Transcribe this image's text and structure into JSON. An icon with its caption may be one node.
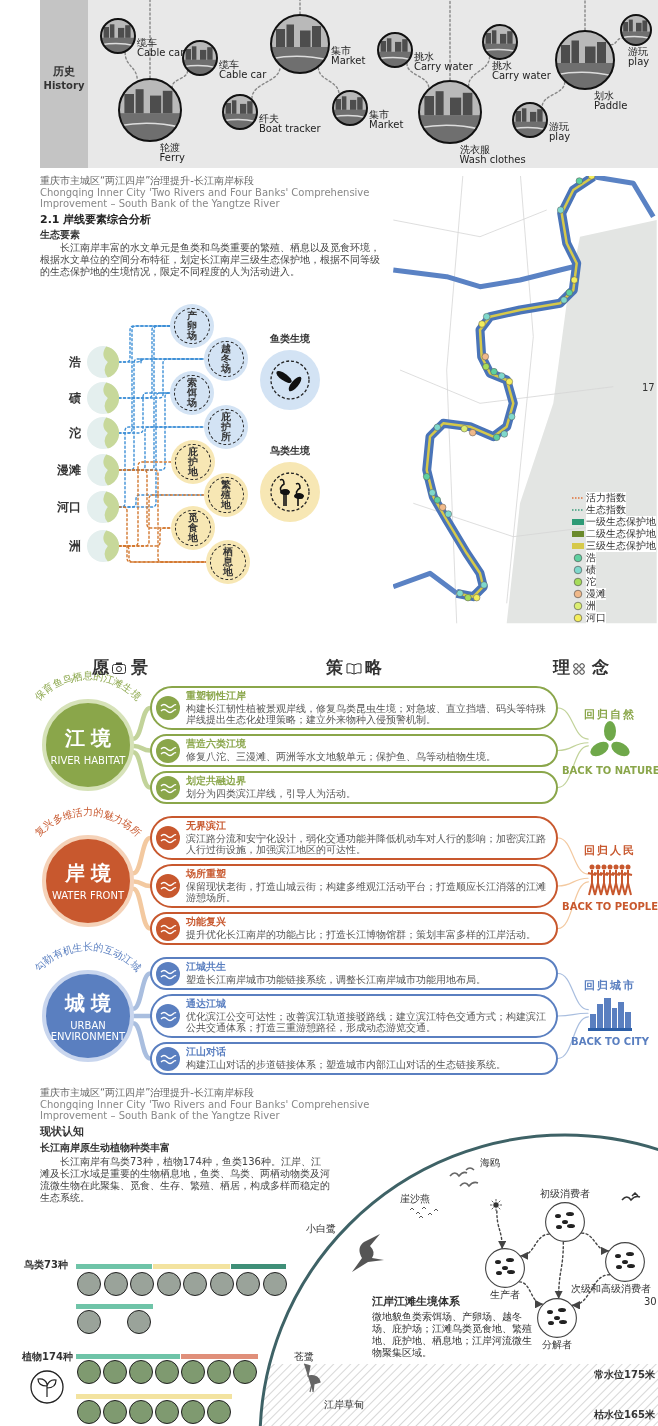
{
  "diagram": {
    "nodes": [
      {
        "text": [],
        "shape": "picture",
        "beside": [
          "缆车",
          "Cable car"
        ]
      },
      {
        "text": [],
        "shape": "picture",
        "beside": [
          "缆车",
          "Cable car"
        ]
      },
      {
        "text": [],
        "shape": "picture",
        "beside": [
          "轮渡",
          "Ferry"
        ]
      },
      {
        "text": [],
        "shape": "picture",
        "beside": [
          "纤夫",
          "Boat tracker"
        ]
      },
      {
        "text": [],
        "shape": "picture",
        "beside": [
          "集市",
          "Market"
        ]
      },
      {
        "text": [],
        "shape": "picture",
        "beside": [
          "集市",
          "Market"
        ]
      },
      {
        "text": [],
        "shape": "picture",
        "beside": [
          "挑水",
          "Carry water"
        ]
      },
      {
        "text": [],
        "shape": "picture",
        "beside": [
          "洗衣服",
          "Wash clothes"
        ]
      },
      {
        "text": [],
        "shape": "picture",
        "beside": [
          "挑水",
          "Carry water"
        ]
      },
      {
        "text": [],
        "shape": "picture",
        "beside": [
          "划水",
          "Paddle"
        ]
      },
      {
        "text": [],
        "shape": "picture",
        "beside": [
          "游玩",
          "play"
        ]
      },
      {
        "text": [],
        "shape": "picture",
        "beside": [
          "游玩",
          "play"
        ]
      },
      {
        "text": [
          "浩"
        ]
      },
      {
        "text": [
          "碛"
        ]
      },
      {
        "text": [
          "沱"
        ]
      },
      {
        "text": [
          "漫滩"
        ]
      },
      {
        "text": [
          "河口"
        ]
      },
      {
        "text": [
          "洲"
        ]
      },
      {
        "text": [
          "产卵场"
        ]
      },
      {
        "text": [
          "越冬场"
        ]
      },
      {
        "text": [
          "索饵场"
        ]
      },
      {
        "text": [
          "庇护所"
        ]
      },
      {
        "text": [
          "鱼类生境"
        ]
      },
      {
        "text": [
          "庇护地"
        ]
      },
      {
        "text": [
          "繁殖地"
        ]
      },
      {
        "text": [
          "觅食地"
        ]
      },
      {
        "text": [
          "栖息地"
        ]
      },
      {
        "text": [
          "鸟类生境"
        ]
      },
      {
        "text": [
          "江境",
          "RIVER HABITAT"
        ],
        "beside": [
          "保育鱼鸟栖息的江滩生境"
        ]
      },
      {
        "text": [
          "重塑韧性江岸",
          "构建长江韧性植被景观岸线，修复鸟类昆虫生境；对急坡、直立挡墙、码头等特殊岸线提出生态化处理策略；建立外来物种入侵预警机制。"
        ]
      },
      {
        "text": [
          "营造六类江境",
          "修复八沱、三漫滩、两洲等水文地貌单元；保护鱼、鸟等动植物生境。"
        ]
      },
      {
        "text": [
          "划定共融边界",
          "划分为四类滨江岸线，引导人为活动。"
        ]
      },
      {
        "text": [
          "回归自然",
          "BACK TO NATURE"
        ]
      },
      {
        "text": [
          "岸境",
          "WATER FRONT"
        ],
        "beside": [
          "复兴多维活力的魅力场所"
        ]
      },
      {
        "text": [
          "无界滨江",
          "滨江路分流和安宁化设计，弱化交通功能并降低机动车对人行的影响；加密滨江路人行过街设施，加强滨江地区的可达性。"
        ]
      },
      {
        "text": [
          "场所重塑",
          "保留现状老街，打造山城云街；构建多维观江活动平台；打造顺应长江消落的江滩游憩场所。"
        ]
      },
      {
        "text": [
          "功能复兴",
          "提升优化长江南岸的功能占比；打造长江博物馆群；策划丰富多样的江岸活动。"
        ]
      },
      {
        "text": [
          "回归人民",
          "BACK TO PEOPLE"
        ]
      },
      {
        "text": [
          "城境",
          "URBAN ENVIRONMENT"
        ],
        "beside": [
          "勾勒有机生长的互动江城"
        ]
      },
      {
        "text": [
          "江城共生",
          "塑造长江南岸城市功能链接系统，调整长江南岸城市功能用地布局。"
        ]
      },
      {
        "text": [
          "通达江城",
          "优化滨江公交可达性；改善滨江轨道接驳路线；建立滨江特色交通方式；构建滨江公共交通体系；打造三重游憩路径，形成动态游览交通。"
        ]
      },
      {
        "text": [
          "江山对话",
          "构建江山对话的步道链接体系；塑造城市内部江山对话的生态链接系统。"
        ]
      },
      {
        "text": [
          "回归城市",
          "BACK TO CITY"
        ]
      },
      {
        "text": [
          "初级消费者"
        ]
      },
      {
        "text": [],
        "shape": "circle"
      },
      {
        "text": [
          "生产者"
        ]
      },
      {
        "text": [
          "次级和高级消费者"
        ]
      },
      {
        "text": [
          "分解者"
        ]
      }
    ],
    "edges": [
      {
        "from": 0,
        "to": 2,
        "arrow": "none",
        "style": "dashed",
        "color": "#888888"
      },
      {
        "from": 1,
        "to": 2,
        "arrow": "none",
        "style": "dashed",
        "color": "#888888"
      },
      {
        "from": 3,
        "to": 4,
        "arrow": "none",
        "style": "dashed",
        "color": "#888888"
      },
      {
        "from": 4,
        "to": 5,
        "arrow": "none",
        "style": "dashed",
        "color": "#888888"
      },
      {
        "from": 6,
        "to": 7,
        "arrow": "none",
        "style": "dashed",
        "color": "#888888"
      },
      {
        "from": 8,
        "to": 7,
        "arrow": "none",
        "style": "dashed",
        "color": "#888888"
      },
      {
        "from": 9,
        "to": 10,
        "arrow": "none",
        "style": "dashed",
        "color": "#888888"
      },
      {
        "from": 9,
        "to": 11,
        "arrow": "none",
        "style": "dashed",
        "color": "#888888"
      },
      {
        "from": 2,
        "to": null,
        "arrow": "none",
        "style": "dashed",
        "color": "#888888"
      },
      {
        "from": 4,
        "to": null,
        "arrow": "none",
        "style": "dashed",
        "color": "#888888"
      },
      {
        "from": 7,
        "to": null,
        "arrow": "none",
        "style": "dashed",
        "color": "#888888"
      },
      {
        "from": 9,
        "to": null,
        "arrow": "none",
        "style": "dashed",
        "color": "#888888"
      },
      {
        "from": 12,
        "to": 18,
        "arrow": "none",
        "style": "dashed"
      },
      {
        "from": 12,
        "to": 19,
        "arrow": "none",
        "style": "dashed"
      },
      {
        "from": 13,
        "to": 18,
        "arrow": "none",
        "style": "dashed"
      },
      {
        "from": 13,
        "to": 19,
        "arrow": "none",
        "style": "dashed"
      },
      {
        "from": 14,
        "to": 18,
        "arrow": "none",
        "style": "dashed"
      },
      {
        "from": 14,
        "to": 20,
        "arrow": "none",
        "style": "dashed"
      },
      {
        "from": 15,
        "to": 18,
        "arrow": "none",
        "style": "dashed"
      },
      {
        "from": 15,
        "to": 20,
        "arrow": "none",
        "style": "dashed"
      },
      {
        "from": 15,
        "to": 19,
        "arrow": "none",
        "style": "dashed"
      },
      {
        "from": 15,
        "to": 21,
        "arrow": "none",
        "style": "dashed"
      },
      {
        "from": 16,
        "to": 20,
        "arrow": "none",
        "style": "dashed"
      },
      {
        "from": 16,
        "to": 21,
        "arrow": "none",
        "style": "dashed"
      },
      {
        "from": 16,
        "to": 24,
        "arrow": "none",
        "style": "dashed"
      },
      {
        "from": 15,
        "to": 25,
        "arrow": "none",
        "style": "dashed",
        "color": "#d2772e"
      },
      {
        "from": 15,
        "to": 26,
        "arrow": "none",
        "style": "dashed",
        "color": "#d2772e"
      },
      {
        "from": 16,
        "to": 26,
        "arrow": "none",
        "style": "dashed",
        "color": "#d2772e"
      },
      {
        "from": 17,
        "to": 23,
        "arrow": "none",
        "style": "dashed",
        "color": "#d2772e"
      },
      {
        "from": 17,
        "to": 24,
        "arrow": "none",
        "style": "dashed",
        "color": "#d2772e"
      },
      {
        "from": 17,
        "to": 25,
        "arrow": "none",
        "style": "dashed",
        "color": "#d2772e"
      },
      {
        "from": 17,
        "to": 26,
        "arrow": "none",
        "style": "dashed",
        "color": "#d2772e"
      },
      {
        "from": 28,
        "to": 29,
        "arrow": "none",
        "style": "thick",
        "color": "#c2d39a"
      },
      {
        "from": 28,
        "to": 30,
        "arrow": "none",
        "style": "thick",
        "color": "#c2d39a"
      },
      {
        "from": 28,
        "to": 31,
        "arrow": "none",
        "style": "thick",
        "color": "#c2d39a"
      },
      {
        "from": 29,
        "to": 32,
        "arrow": "none",
        "color": "#c2d39a"
      },
      {
        "from": 30,
        "to": 32,
        "arrow": "none",
        "color": "#c2d39a"
      },
      {
        "from": 31,
        "to": 32,
        "arrow": "none",
        "color": "#c2d39a"
      },
      {
        "from": 33,
        "to": 34,
        "arrow": "none",
        "style": "thick",
        "color": "#f3c9a0"
      },
      {
        "from": 33,
        "to": 35,
        "arrow": "none",
        "style": "thick",
        "color": "#f3c9a0"
      },
      {
        "from": 33,
        "to": 36,
        "arrow": "none",
        "style": "thick",
        "color": "#f3c9a0"
      },
      {
        "from": 34,
        "to": 37,
        "arrow": "none",
        "color": "#f3c9a0"
      },
      {
        "from": 35,
        "to": 37,
        "arrow": "none",
        "color": "#f3c9a0"
      },
      {
        "from": 36,
        "to": 37,
        "arrow": "none",
        "color": "#f3c9a0"
      },
      {
        "from": 38,
        "to": 39,
        "arrow": "none",
        "style": "thick",
        "color": "#a9bedf"
      },
      {
        "from": 38,
        "to": 40,
        "arrow": "none",
        "style": "thick",
        "color": "#a9bedf"
      },
      {
        "from": 38,
        "to": 41,
        "arrow": "none",
        "style": "thick",
        "color": "#a9bedf"
      },
      {
        "from": 39,
        "to": 42,
        "arrow": "none",
        "color": "#a9bedf"
      },
      {
        "from": 40,
        "to": 42,
        "arrow": "none",
        "color": "#a9bedf"
      },
      {
        "from": 41,
        "to": 42,
        "arrow": "none",
        "color": "#a9bedf"
      },
      {
        "from": 44,
        "to": 45,
        "arrow": "to",
        "style": "dashed",
        "color": "#444444"
      },
      {
        "from": 43,
        "to": 45,
        "arrow": "to",
        "style": "dashed",
        "color": "#444444"
      },
      {
        "from": 43,
        "to": 46,
        "arrow": "to",
        "style": "dashed",
        "color": "#444444"
      },
      {
        "from": 43,
        "to": 47,
        "arrow": "to",
        "style": "dashed",
        "color": "#444444"
      },
      {
        "from": 45,
        "to": 47,
        "arrow": "to",
        "style": "dashed",
        "color": "#444444"
      },
      {
        "from": 46,
        "to": 47,
        "arrow": "to",
        "style": "dashed",
        "color": "#444444"
      }
    ],
    "labels": [
      "历史",
      "History",
      "重庆市主城区“两江四岸”治理提升-长江南岸标段",
      "Chongqing Inner City 'Two Rivers and Four Banks' Comprehensive Improvement – South Bank of the Yangtze River",
      "2.1 岸线要素综合分析",
      "生态要素",
      "长江南岸丰富的水文单元是鱼类和鸟类重要的繁殖、栖息以及觅食环境，根据水文单位的空间分布特征，划定长江南岸三级生态保护地，根据不同等级的生态保护地的生境情况，限定不同程度的人为活动进入。",
      "17",
      "愿景",
      "策略",
      "理念",
      "重庆市主城区“两江四岸”治理提升-长江南岸标段",
      "Chongqing Inner City 'Two Rivers and Four Banks' Comprehensive Improvement – South Bank of the Yangtze River",
      "现状认知",
      "长江南岸原生动植物种类丰富",
      "长江南岸有鸟类73种，植物174种，鱼类136种。江岸、江滩及长江水域是重要的生物栖息地，鱼类、鸟类、两栖动物类及河流微生物在此聚集、觅食、生存、繁殖、栖居，构成多样而稳定的生态系统。",
      "鸟类73种",
      "植物174种",
      "海鸥",
      "崖沙燕",
      "小白鹭",
      "江岸江滩生境体系",
      "微地貌鱼类索饵场、产卵场、越冬场、庇护场；江滩鸟类觅食地、繁殖地、庇护地、栖息地；江岸河流微生物聚集区域。",
      "30",
      "苍鹭",
      "常水位175米",
      "江岸草甸",
      "枯水位165米"
    ],
    "legend": [
      {
        "text": "活力指数"
      },
      {
        "text": "生态指数"
      },
      {
        "text": "一级生态保护地",
        "color": "#2e9a76"
      },
      {
        "text": "二级生态保护地",
        "color": "#6b8a2c"
      },
      {
        "text": "三级生态保护地",
        "color": "#d6c94a"
      },
      {
        "text": "浩",
        "color": "#5fd0a0"
      },
      {
        "text": "碛",
        "color": "#7fd8cc"
      },
      {
        "text": "沱",
        "color": "#a6dc5a"
      },
      {
        "text": "漫滩",
        "color": "#f0b98a"
      },
      {
        "text": "洲",
        "color": "#dcee72"
      },
      {
        "text": "河口",
        "color": "#f4ee5c"
      }
    ]
  }
}
